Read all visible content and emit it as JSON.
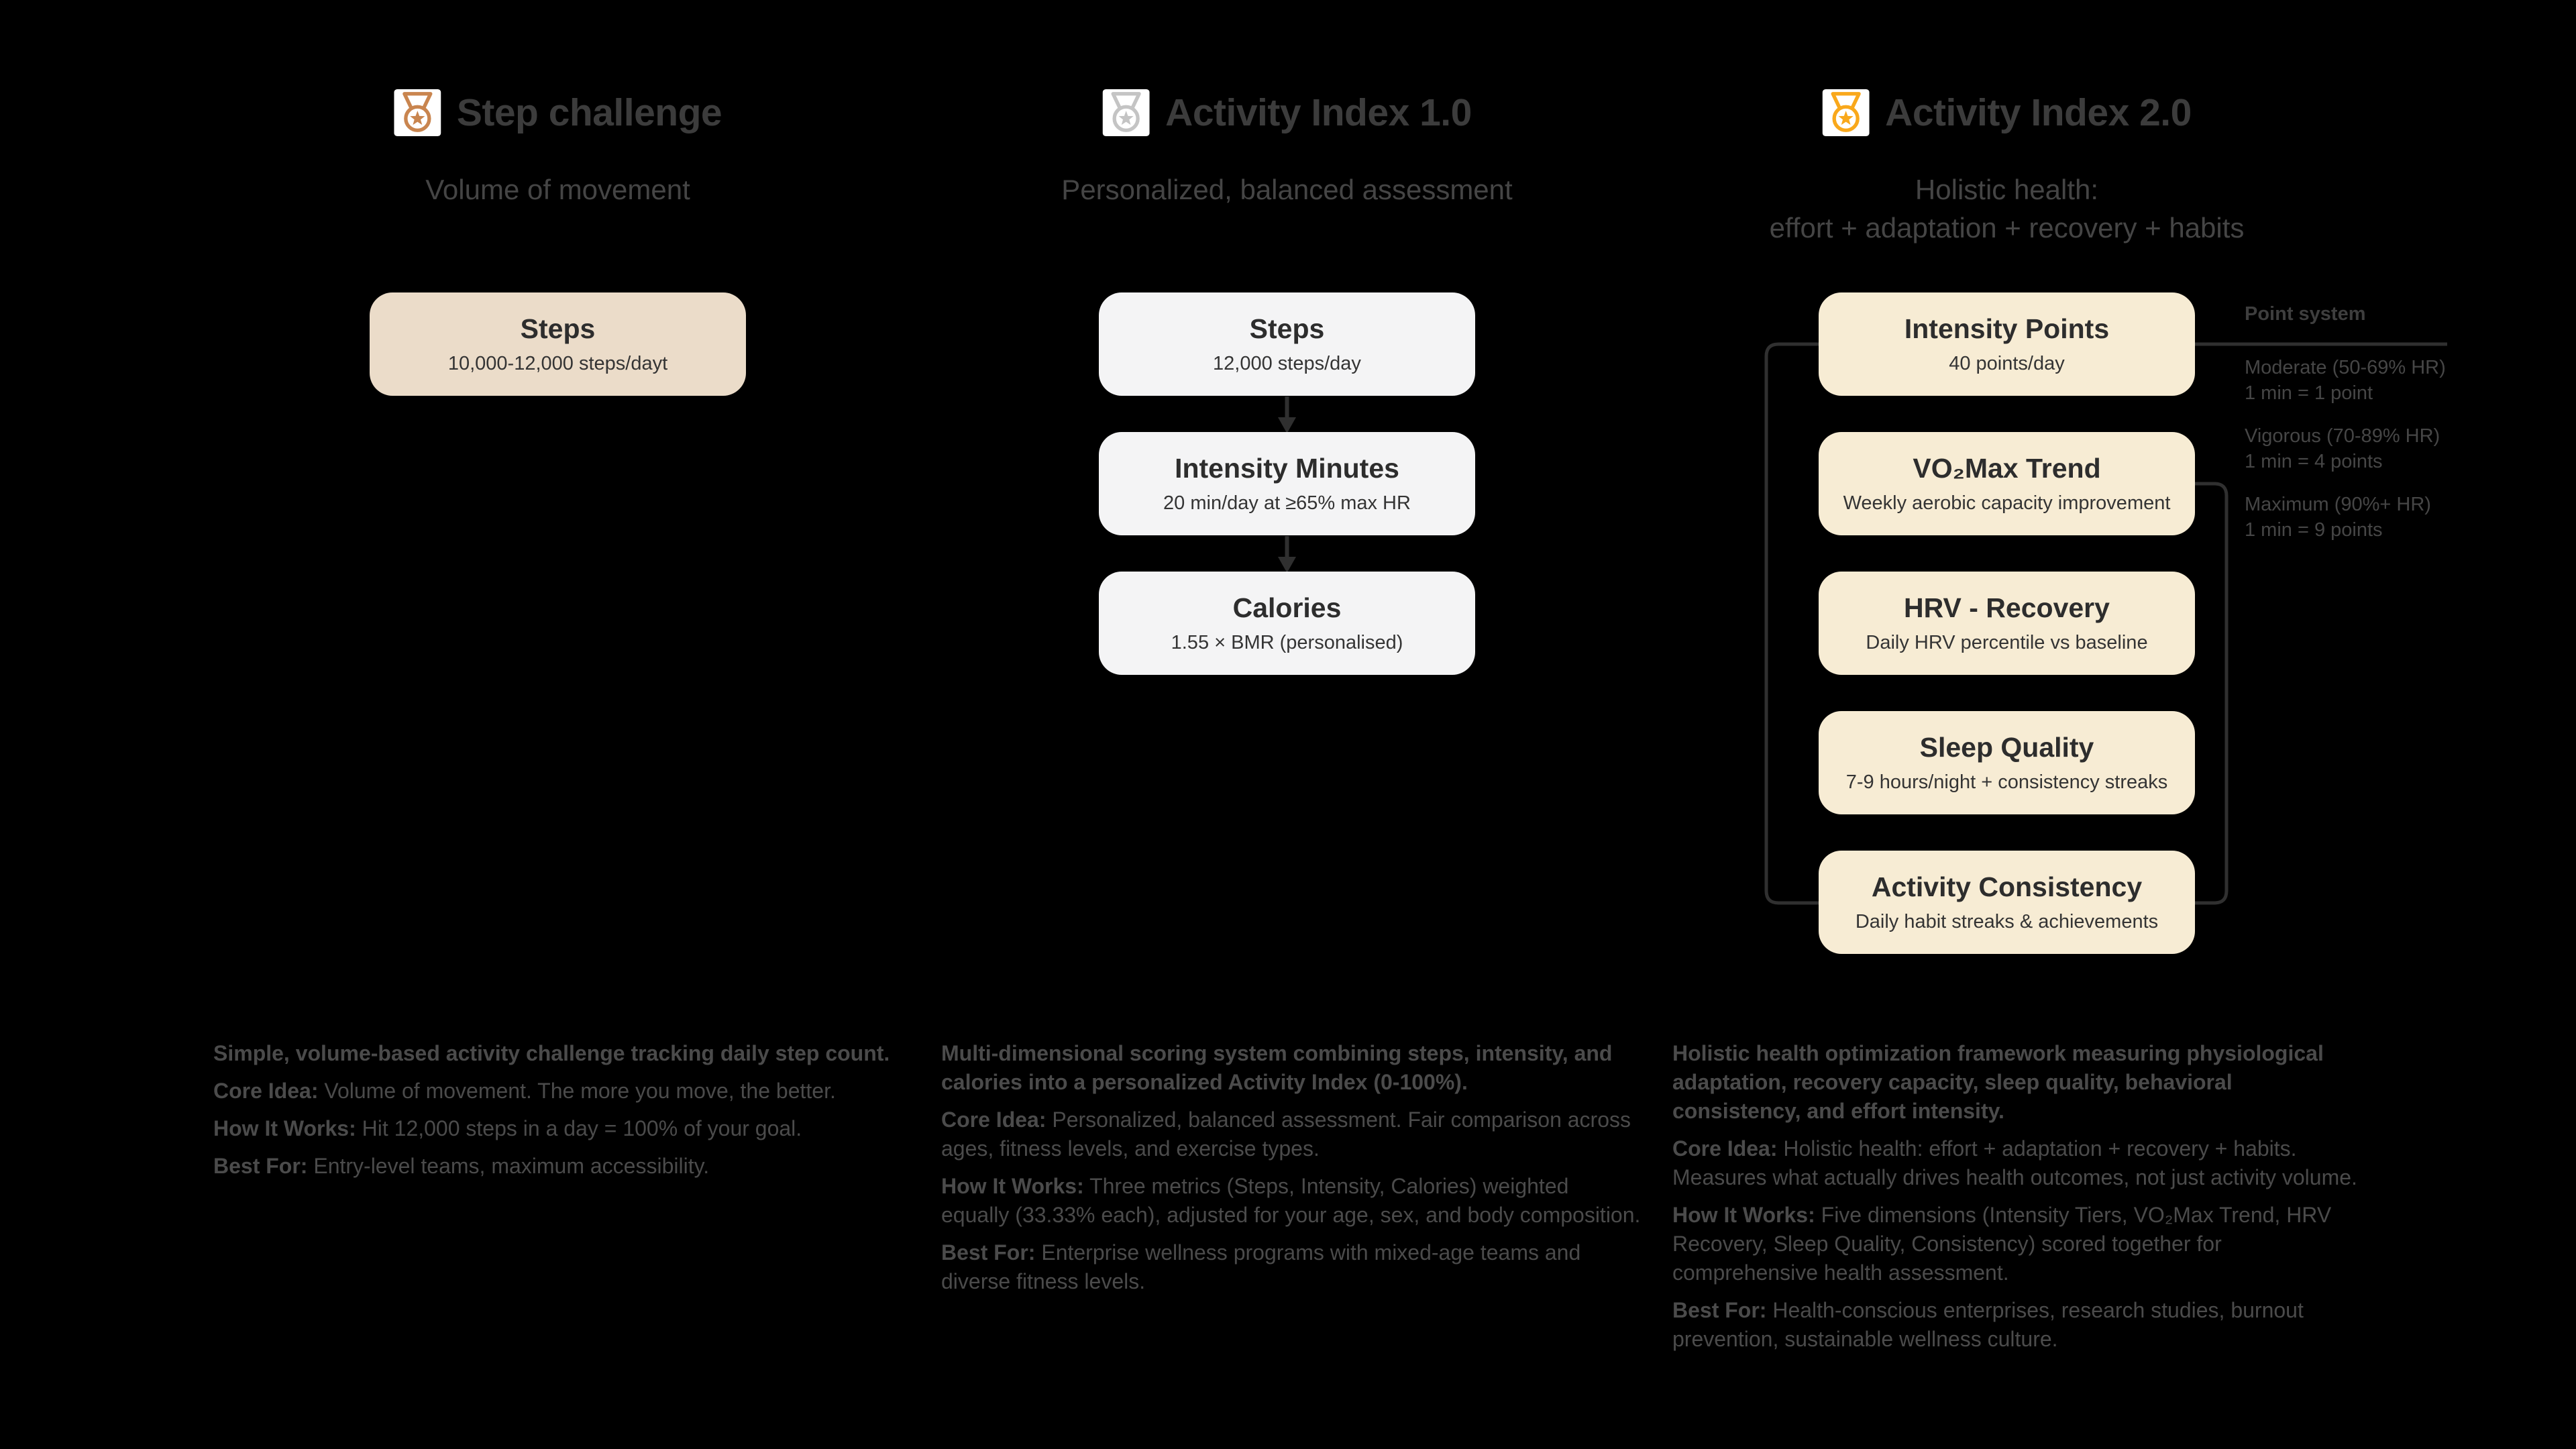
{
  "page": {
    "background": "#000000",
    "accent_line_color": "#303030"
  },
  "columns": [
    {
      "title": "Step challenge",
      "subtitle_lines": [
        "Volume of movement"
      ],
      "medal": "bronze-medal",
      "medal_color": "#C9854F",
      "box_bg": "#EBDCC9",
      "boxes": [
        {
          "title": "Steps",
          "sub": "10,000-12,000 steps/dayt"
        }
      ],
      "details": {
        "intro": "Simple, volume-based activity challenge tracking daily step count.",
        "sections": [
          {
            "label": "Core Idea:",
            "text": "Volume of movement. The more you move, the better."
          },
          {
            "label": "How It Works:",
            "text": "Hit 12,000 steps in a day = 100% of your goal."
          },
          {
            "label": "Best For:",
            "text": "Entry-level teams, maximum accessibility."
          }
        ]
      }
    },
    {
      "title": "Activity Index 1.0",
      "subtitle_lines": [
        "Personalized, balanced assessment"
      ],
      "medal": "silver-medal",
      "medal_color": "#C4C4C4",
      "box_bg": "#F4F4F5",
      "boxes": [
        {
          "title": "Steps",
          "sub": "12,000 steps/day"
        },
        {
          "title": "Intensity Minutes",
          "sub": "20 min/day at ≥65% max HR"
        },
        {
          "title": "Calories",
          "sub": "1.55 × BMR (personalised)"
        }
      ],
      "details": {
        "intro": "Multi-dimensional scoring system combining steps, intensity, and calories into a personalized Activity Index (0-100%).",
        "sections": [
          {
            "label": "Core Idea:",
            "text": "Personalized, balanced assessment. Fair comparison across ages, fitness levels, and exercise types."
          },
          {
            "label": "How It Works:",
            "text": "Three metrics (Steps, Intensity, Calories) weighted equally (33.33% each), adjusted for your age, sex, and body composition."
          },
          {
            "label": "Best For:",
            "text": "Enterprise wellness programs with mixed-age teams and diverse fitness levels."
          }
        ]
      }
    },
    {
      "title": "Activity Index 2.0",
      "subtitle_lines": [
        "Holistic health:",
        "effort + adaptation + recovery + habits"
      ],
      "medal": "gold-medal",
      "medal_color": "#F9A81B",
      "box_bg": "#F7ECD4",
      "boxes": [
        {
          "title": "Intensity Points",
          "sub": "40 points/day"
        },
        {
          "title": "VO₂Max Trend",
          "sub": "Weekly aerobic capacity improvement"
        },
        {
          "title": "HRV - Recovery",
          "sub": "Daily HRV percentile vs baseline"
        },
        {
          "title": "Sleep Quality",
          "sub": "7-9 hours/night + consistency streaks"
        },
        {
          "title": "Activity Consistency",
          "sub": "Daily habit streaks & achievements"
        }
      ],
      "details": {
        "intro": "Holistic health optimization framework measuring physiological adaptation, recovery capacity, sleep quality, behavioral consistency, and effort intensity.",
        "sections": [
          {
            "label": "Core Idea:",
            "text": "Holistic health: effort + adaptation + recovery + habits. Measures what actually drives health outcomes, not just activity volume."
          },
          {
            "label": "How It Works:",
            "text": "Five dimensions (Intensity Tiers, VO₂Max Trend, HRV Recovery, Sleep Quality, Consistency) scored together for comprehensive health assessment."
          },
          {
            "label": "Best For:",
            "text": "Health-conscious enterprises, research studies, burnout prevention, sustainable wellness culture."
          }
        ]
      }
    }
  ],
  "point_system": {
    "title": "Point system",
    "tiers": [
      {
        "zone": "Moderate (50-69% HR)",
        "rate": "1 min = 1 point"
      },
      {
        "zone": "Vigorous (70-89% HR)",
        "rate": "1 min = 4 points"
      },
      {
        "zone": "Maximum (90%+ HR)",
        "rate": "1 min = 9 points"
      }
    ]
  }
}
